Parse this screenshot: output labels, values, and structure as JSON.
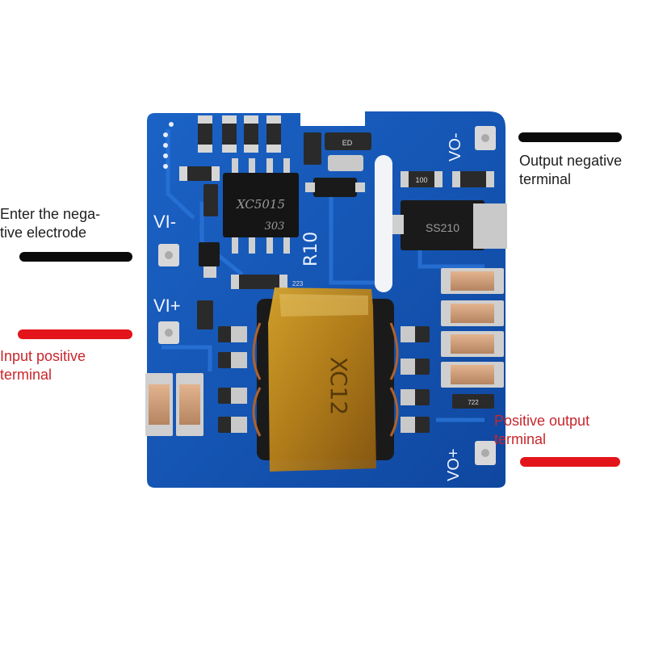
{
  "labels": {
    "output_negative": "Output negative\nterminal",
    "negative_input": "Enter the nega-\ntive electrode",
    "input_positive": "Input positive\nterminal",
    "positive_output": "Positive output\nterminal"
  },
  "board": {
    "silkscreen_vi_minus": "VI-",
    "silkscreen_vi_plus": "VI+",
    "silkscreen_vo_minus": "VO-",
    "silkscreen_vo_plus": "VO+",
    "silkscreen_r10": "R10",
    "ic_marking_line1": "XC5015",
    "ic_marking_line2": "303",
    "diode_marking": "SS210",
    "transformer_marking": "XC12",
    "resistor_100": "100",
    "resistor_223": "223",
    "resistor_722": "722",
    "ed_marking": "ED"
  },
  "colors": {
    "pcb_blue": "#1556b8",
    "wire_black": "#0a0a0a",
    "wire_red": "#e3151a",
    "label_red": "#c8262c",
    "label_dark": "#1e1e1e"
  }
}
